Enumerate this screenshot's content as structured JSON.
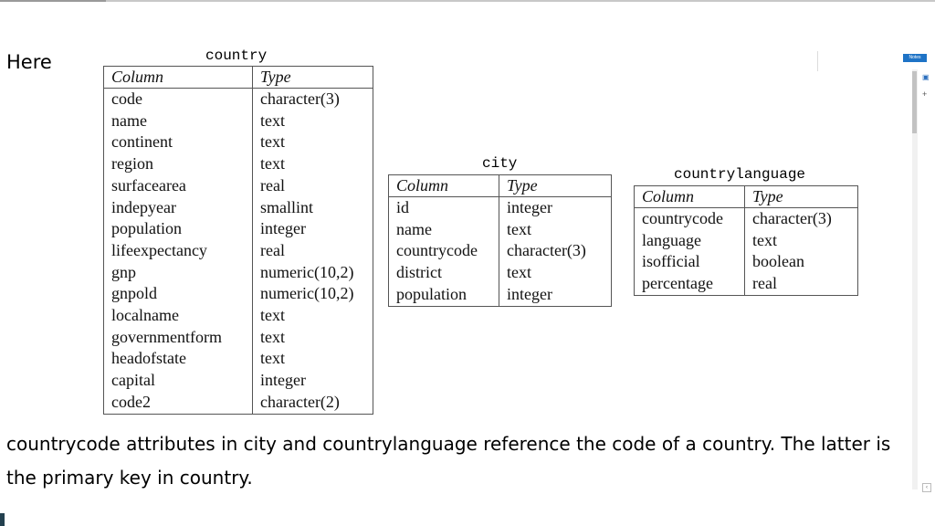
{
  "intro_label": "Here",
  "caption": "countrycode attributes in city and countrylanguage reference the code of a country. The latter is the primary key in country.",
  "sidebar": {
    "button_label": "Notes",
    "icon": "document-icon",
    "add_icon": "plus-icon",
    "scroll_arrow": "‹"
  },
  "tables": {
    "country": {
      "title": "country",
      "headers": [
        "Column",
        "Type"
      ],
      "rows": [
        [
          "code",
          "character(3)"
        ],
        [
          "name",
          "text"
        ],
        [
          "continent",
          "text"
        ],
        [
          "region",
          "text"
        ],
        [
          "surfacearea",
          "real"
        ],
        [
          "indepyear",
          "smallint"
        ],
        [
          "population",
          "integer"
        ],
        [
          "lifeexpectancy",
          "real"
        ],
        [
          "gnp",
          "numeric(10,2)"
        ],
        [
          "gnpold",
          "numeric(10,2)"
        ],
        [
          "localname",
          "text"
        ],
        [
          "governmentform",
          "text"
        ],
        [
          "headofstate",
          "text"
        ],
        [
          "capital",
          "integer"
        ],
        [
          "code2",
          "character(2)"
        ]
      ]
    },
    "city": {
      "title": "city",
      "headers": [
        "Column",
        "Type"
      ],
      "rows": [
        [
          "id",
          "integer"
        ],
        [
          "name",
          "text"
        ],
        [
          "countrycode",
          "character(3)"
        ],
        [
          "district",
          "text"
        ],
        [
          "population",
          "integer"
        ]
      ]
    },
    "countrylanguage": {
      "title": "countrylanguage",
      "headers": [
        "Column",
        "Type"
      ],
      "rows": [
        [
          "countrycode",
          "character(3)"
        ],
        [
          "language",
          "text"
        ],
        [
          "isofficial",
          "boolean"
        ],
        [
          "percentage",
          "real"
        ]
      ]
    }
  }
}
